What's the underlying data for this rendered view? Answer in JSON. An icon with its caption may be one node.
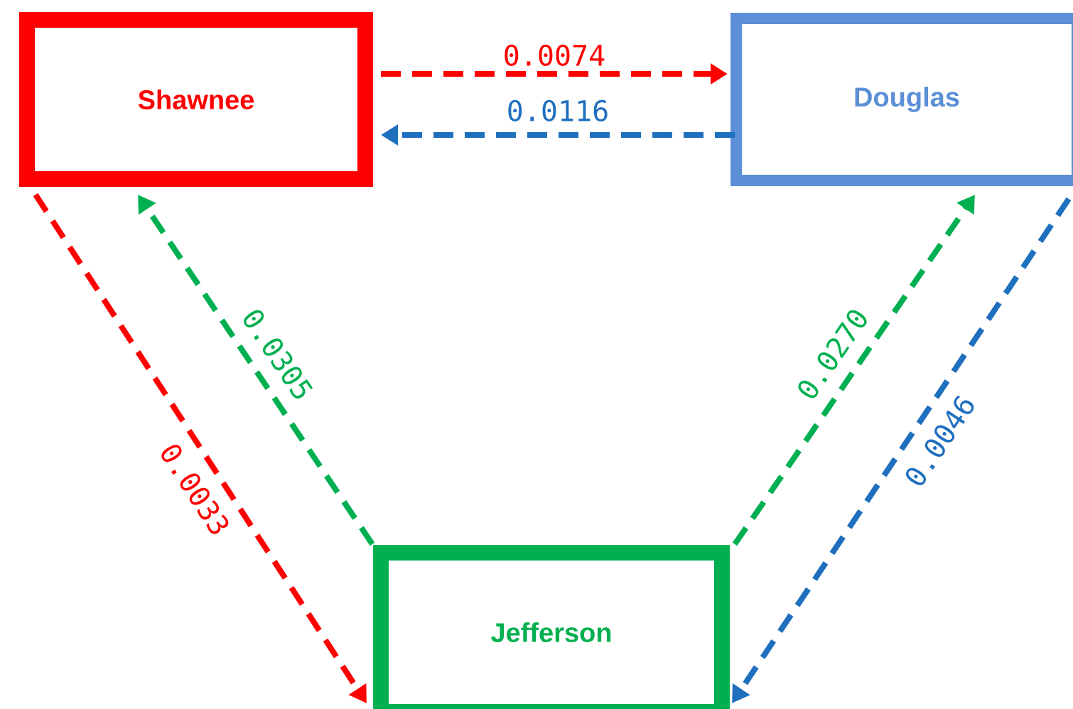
{
  "diagram": {
    "nodes": [
      {
        "text": [
          "Shawnee"
        ]
      },
      {
        "text": [
          "Douglas"
        ]
      },
      {
        "text": [
          "Jefferson"
        ]
      }
    ],
    "edges": [
      {
        "from": 0,
        "to": 1,
        "arrow": "to",
        "label": "0.0074",
        "style": "dashed",
        "color": "#ff0000"
      },
      {
        "from": 1,
        "to": 0,
        "arrow": "to",
        "label": "0.0116",
        "style": "dashed",
        "color": "#1f6fbf"
      },
      {
        "from": 0,
        "to": 2,
        "arrow": "to",
        "label": "0.0033",
        "style": "dashed",
        "color": "#ff0000"
      },
      {
        "from": 2,
        "to": 0,
        "arrow": "to",
        "label": "0.0305",
        "style": "dashed",
        "color": "#00b050"
      },
      {
        "from": 2,
        "to": 1,
        "arrow": "to",
        "label": "0.0270",
        "style": "dashed",
        "color": "#00b050"
      },
      {
        "from": 1,
        "to": 2,
        "arrow": "to",
        "label": "0.0046",
        "style": "dashed",
        "color": "#1f6fbf"
      }
    ]
  }
}
